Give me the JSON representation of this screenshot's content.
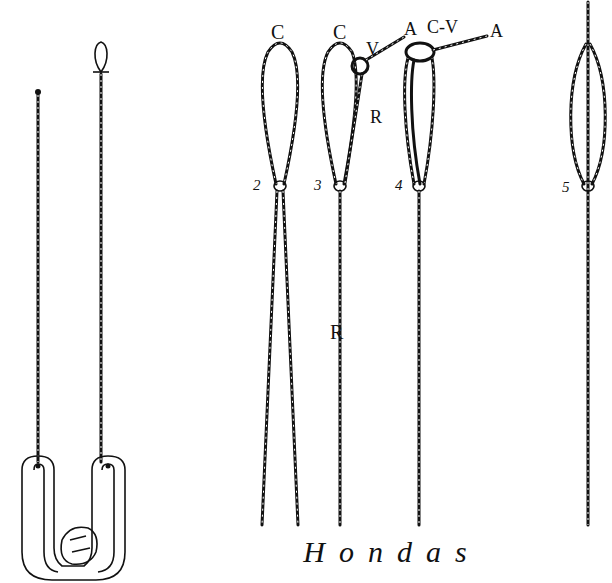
{
  "diagram": {
    "caption": "Hondas",
    "labels": [
      "C",
      "C",
      "V",
      "A",
      "C-V",
      "A",
      "2",
      "R",
      "3",
      "4",
      "5",
      "R"
    ]
  }
}
